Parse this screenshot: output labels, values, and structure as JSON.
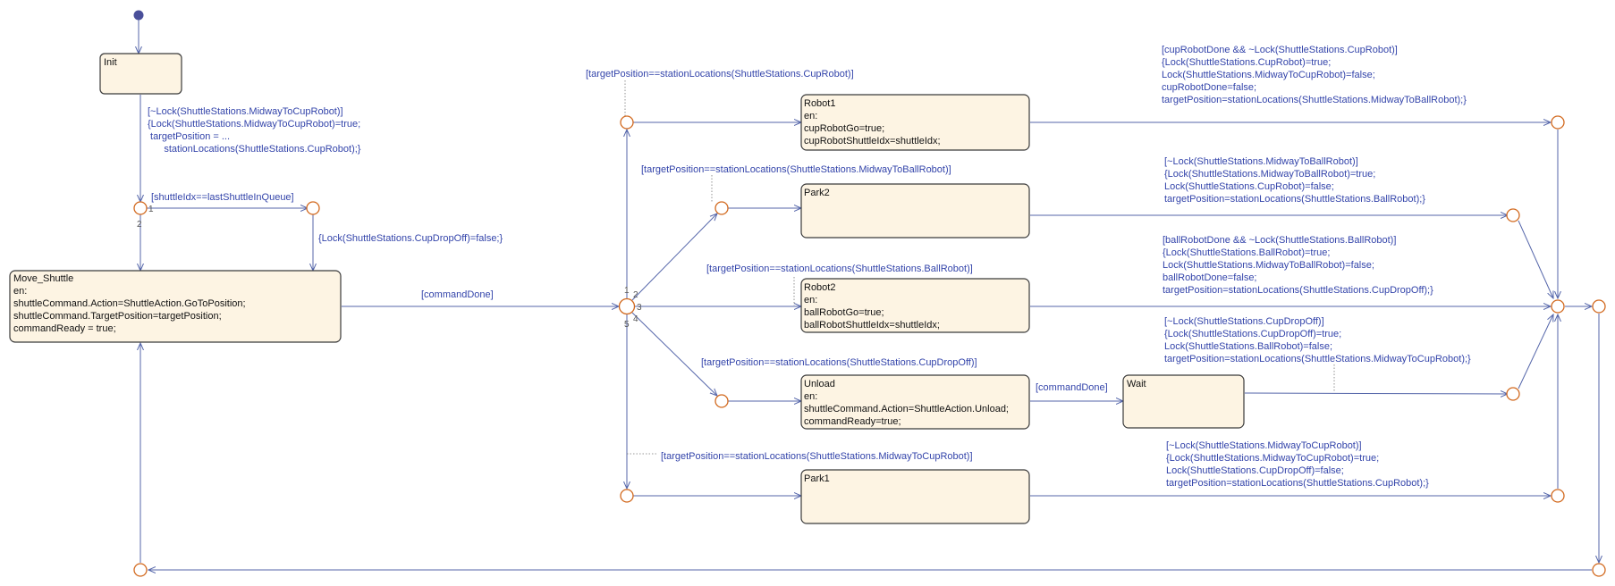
{
  "colors": {
    "state_fill": "#fdf4e3",
    "transition": "#5566aa",
    "label_text": "#3344aa",
    "junction": "#d2691e",
    "default_dot": "#4a4f9a"
  },
  "states": {
    "init": [
      "Init"
    ],
    "move_shuttle": [
      "Move_Shuttle",
      "en:",
      "shuttleCommand.Action=ShuttleAction.GoToPosition;",
      "shuttleCommand.TargetPosition=targetPosition;",
      "commandReady = true;"
    ],
    "robot1": [
      "Robot1",
      "en:",
      "cupRobotGo=true;",
      "cupRobotShuttleIdx=shuttleIdx;"
    ],
    "park2": [
      "Park2"
    ],
    "robot2": [
      "Robot2",
      "en:",
      "ballRobotGo=true;",
      "ballRobotShuttleIdx=shuttleIdx;"
    ],
    "unload": [
      "Unload",
      "en:",
      "shuttleCommand.Action=ShuttleAction.Unload;",
      "commandReady=true;"
    ],
    "wait": [
      "Wait"
    ],
    "park1": [
      "Park1"
    ]
  },
  "labels": {
    "init_transition": [
      "[~Lock(ShuttleStations.MidwayToCupRobot)]",
      "{Lock(ShuttleStations.MidwayToCupRobot)=true;",
      " targetPosition = ...",
      "      stationLocations(ShuttleStations.CupRobot);}"
    ],
    "last_shuttle": [
      "[shuttleIdx==lastShuttleInQueue]"
    ],
    "cup_dropoff_unlock": [
      "{Lock(ShuttleStations.CupDropOff)=false;}"
    ],
    "command_done": [
      "[commandDone]"
    ],
    "cond_cup_robot": [
      "[targetPosition==stationLocations(ShuttleStations.CupRobot)]"
    ],
    "cond_midway_ball": [
      "[targetPosition==stationLocations(ShuttleStations.MidwayToBallRobot)]"
    ],
    "cond_ball_robot": [
      "[targetPosition==stationLocations(ShuttleStations.BallRobot)]"
    ],
    "cond_cup_dropoff": [
      "[targetPosition==stationLocations(ShuttleStations.CupDropOff)]"
    ],
    "cond_midway_cup": [
      "[targetPosition==stationLocations(ShuttleStations.MidwayToCupRobot)]"
    ],
    "unload_command_done": [
      "[commandDone]"
    ],
    "robot1_exit": [
      "[cupRobotDone && ~Lock(ShuttleStations.CupRobot)]",
      "{Lock(ShuttleStations.CupRobot)=true;",
      "Lock(ShuttleStations.MidwayToCupRobot)=false;",
      "cupRobotDone=false;",
      "targetPosition=stationLocations(ShuttleStations.MidwayToBallRobot);}"
    ],
    "park2_exit": [
      "[~Lock(ShuttleStations.MidwayToBallRobot)]",
      "{Lock(ShuttleStations.MidwayToBallRobot)=true;",
      "Lock(ShuttleStations.CupRobot)=false;",
      "targetPosition=stationLocations(ShuttleStations.BallRobot);}"
    ],
    "robot2_exit": [
      "[ballRobotDone && ~Lock(ShuttleStations.BallRobot)]",
      "{Lock(ShuttleStations.BallRobot)=true;",
      "Lock(ShuttleStations.MidwayToBallRobot)=false;",
      "ballRobotDone=false;",
      "targetPosition=stationLocations(ShuttleStations.CupDropOff);}"
    ],
    "wait_exit": [
      "[~Lock(ShuttleStations.CupDropOff)]",
      "{Lock(ShuttleStations.CupDropOff)=true;",
      "Lock(ShuttleStations.BallRobot)=false;",
      "targetPosition=stationLocations(ShuttleStations.MidwayToCupRobot);}"
    ],
    "park1_exit": [
      "[~Lock(ShuttleStations.MidwayToCupRobot)]",
      "{Lock(ShuttleStations.MidwayToCupRobot)=true;",
      "Lock(ShuttleStations.CupDropOff)=false;",
      "targetPosition=stationLocations(ShuttleStations.CupRobot);}"
    ]
  },
  "orders": {
    "left_junction_1": "1",
    "left_junction_2": "2",
    "hub_1": "1",
    "hub_2": "2",
    "hub_3": "3",
    "hub_4": "4",
    "hub_5": "5"
  }
}
